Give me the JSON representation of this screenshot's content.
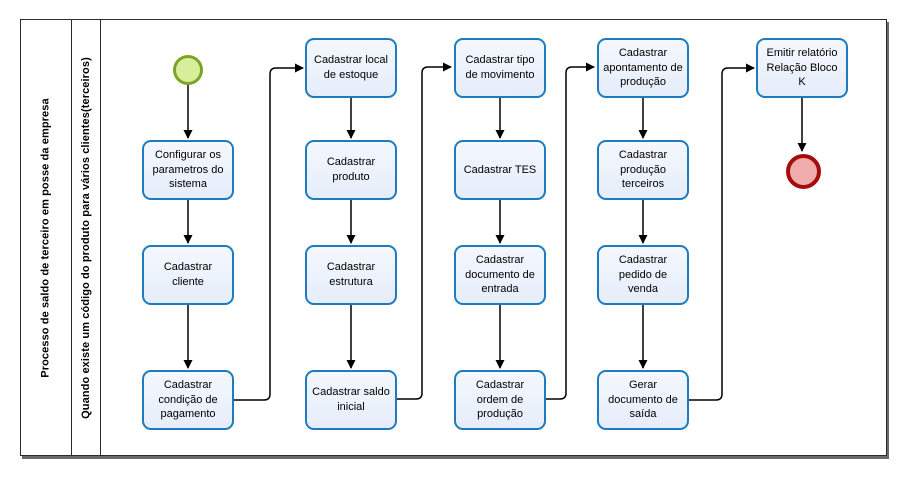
{
  "pool": {
    "label": "Processo de saldo de terceiro em posse da empresa",
    "lane_label": "Quando existe um código do produto para vários clientes(terceiros)"
  },
  "flow": {
    "start_event": {
      "type": "start"
    },
    "end_event": {
      "type": "end"
    },
    "columns": [
      {
        "tasks": [
          "Configurar os parametros do sistema",
          "Cadastrar cliente",
          "Cadastrar condição de pagamento"
        ]
      },
      {
        "tasks": [
          "Cadastrar local de estoque",
          "Cadastrar produto",
          "Cadastrar estrutura",
          "Cadastrar saldo inicial"
        ]
      },
      {
        "tasks": [
          "Cadastrar tipo de movimento",
          "Cadastrar TES",
          "Cadastrar documento de entrada",
          "Cadastrar ordem de produção"
        ]
      },
      {
        "tasks": [
          "Cadastrar apontamento de produção",
          "Cadastrar produção terceiros",
          "Cadastrar pedido de venda",
          "Gerar documento de saída"
        ]
      },
      {
        "tasks": [
          "Emitir relatório Relação Bloco K"
        ]
      }
    ]
  },
  "colors": {
    "task_fill": "#e6edfa",
    "task_border": "#1e7bbf",
    "start_fill": "#d7ee9b",
    "start_border": "#7da428",
    "end_fill": "#f0abab",
    "end_border": "#a50d0d",
    "flow_line": "#000000",
    "pool_border": "#2b2b2b"
  }
}
